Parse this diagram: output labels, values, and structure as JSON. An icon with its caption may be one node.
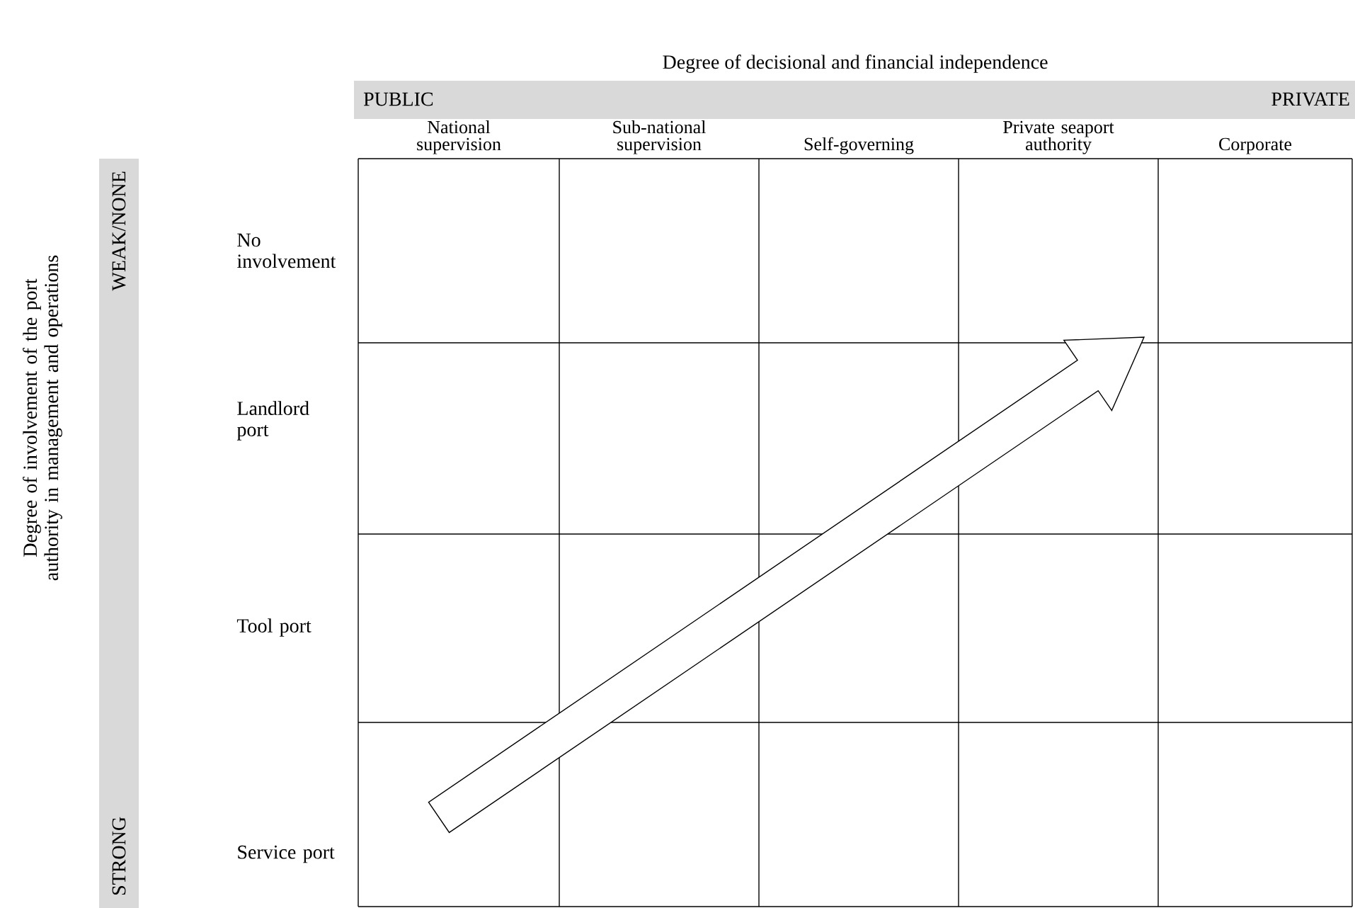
{
  "diagram": {
    "labels": [
      "Degree of decisional and financial independence",
      "PUBLIC",
      "PRIVATE",
      "National supervision",
      "Sub-national supervision",
      "Self-governing",
      "Private seaport authority",
      "Corporate",
      "Degree of involvement of the port authority in management and operations",
      "WEAK/NONE",
      "STRONG",
      "No involvement",
      "Landlord port",
      "Tool port",
      "Service port"
    ]
  }
}
